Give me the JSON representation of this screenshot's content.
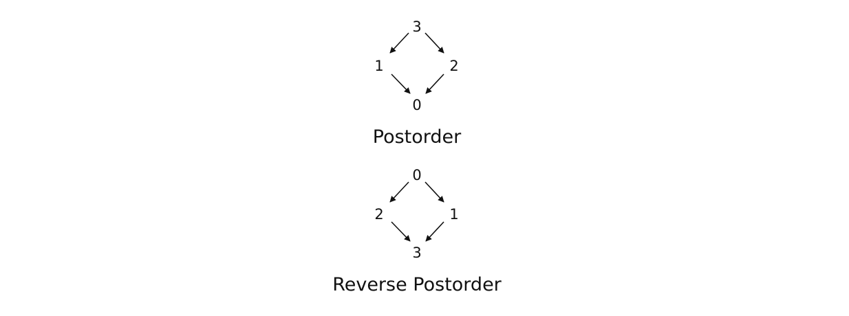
{
  "colors": {
    "ink": "#111111",
    "background": "#ffffff"
  },
  "diagrams": [
    {
      "caption": "Postorder",
      "nodes": {
        "top": "3",
        "left": "1",
        "right": "2",
        "bottom": "0"
      },
      "edges": [
        {
          "from": "top",
          "to": "left"
        },
        {
          "from": "top",
          "to": "right"
        },
        {
          "from": "left",
          "to": "bottom"
        },
        {
          "from": "right",
          "to": "bottom"
        }
      ]
    },
    {
      "caption": "Reverse Postorder",
      "nodes": {
        "top": "0",
        "left": "2",
        "right": "1",
        "bottom": "3"
      },
      "edges": [
        {
          "from": "top",
          "to": "left"
        },
        {
          "from": "top",
          "to": "right"
        },
        {
          "from": "left",
          "to": "bottom"
        },
        {
          "from": "right",
          "to": "bottom"
        }
      ]
    }
  ]
}
